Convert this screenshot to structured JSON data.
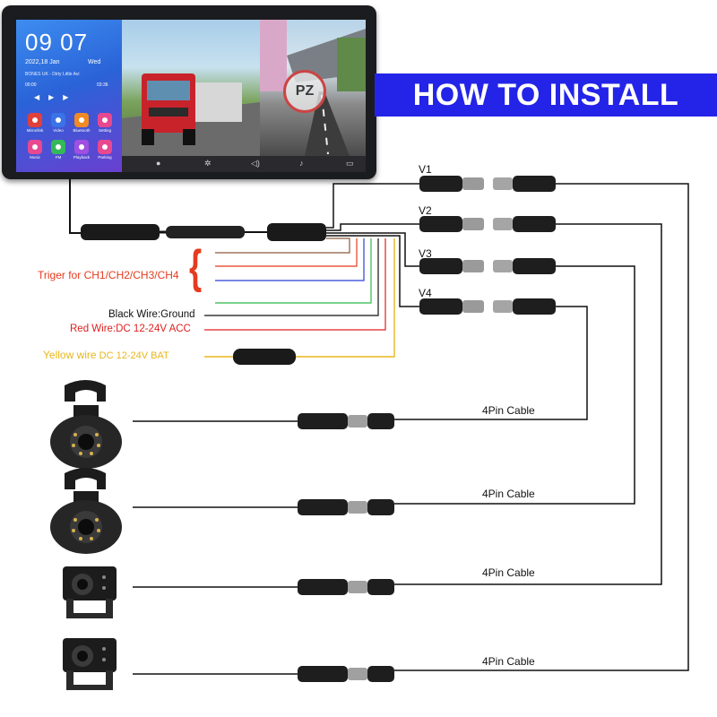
{
  "monitor": {
    "clock": "09 07",
    "date": "2022,18 Jan",
    "weekday": "Wed",
    "song": "BONES UK - Dirty Little Avi",
    "progress_start": "00:00",
    "progress_end": "03:36",
    "apps": [
      "Mirrorlink",
      "Video",
      "Bluetooth",
      "Setting",
      "Music",
      "FM",
      "Playback",
      "Parking"
    ],
    "app_colors": [
      "#e0403a",
      "#3a72e8",
      "#f08a24",
      "#e84890",
      "#e84890",
      "#34b85a",
      "#a050e0",
      "#e84890"
    ],
    "logo_text": "PZ"
  },
  "banner": {
    "title": "HOW TO INSTALL",
    "color": "#2424e8"
  },
  "channels": [
    "V1",
    "V2",
    "V3",
    "V4"
  ],
  "wire_labels": {
    "trigger": "Triger for CH1/CH2/CH3/CH4",
    "black": "Black Wire:Ground",
    "red": "Red Wire:DC 12-24V ACC",
    "yellow_main": "Yellow wire",
    "yellow_spec": " DC 12-24V BAT"
  },
  "wire_colors": {
    "trigger": "#e53b1e",
    "red": "#e02020",
    "yellow": "#e8b71c",
    "green": "#2fb84a",
    "blue": "#2a3fd8",
    "brown": "#8a5a3a"
  },
  "cables": [
    "4Pin Cable",
    "4Pin Cable",
    "4Pin Cable",
    "4Pin Cable"
  ],
  "cameras": [
    "dome-camera",
    "dome-camera",
    "box-camera",
    "box-camera"
  ]
}
